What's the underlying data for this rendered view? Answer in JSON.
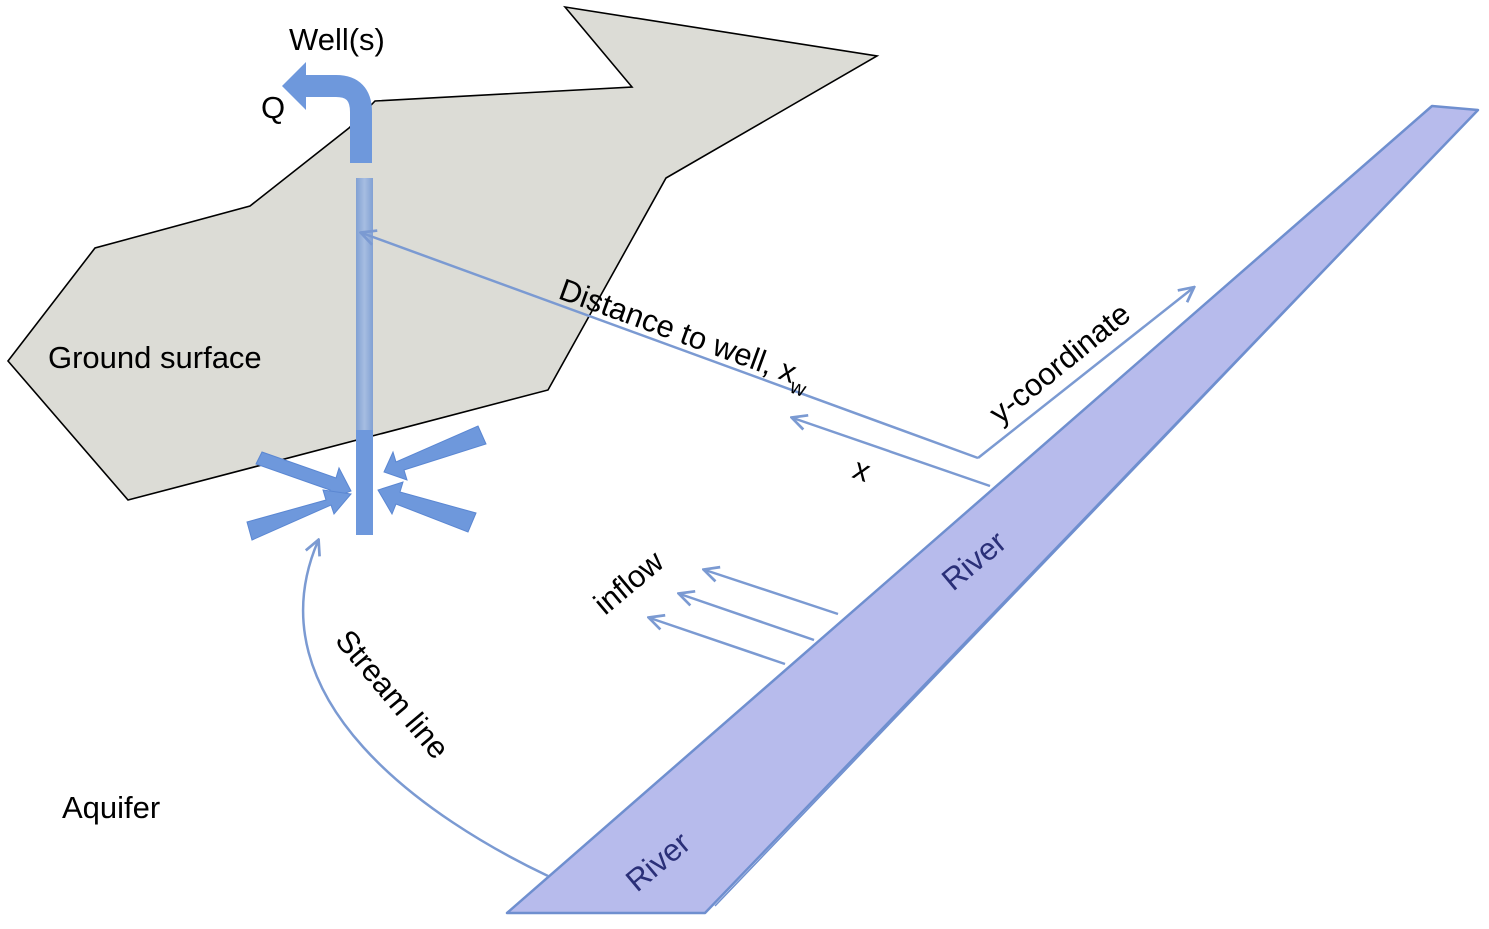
{
  "labels": {
    "wells": "Well(s)",
    "q": "Q",
    "ground_surface": "Ground surface",
    "distance_to_well": "Distance to well, x",
    "distance_subscript": "w",
    "y_coordinate": "y-coordinate",
    "x": "x",
    "inflow": "inflow",
    "river_upper": "River",
    "river_lower": "River",
    "stream_line": "Stream line",
    "aquifer": "Aquifer"
  },
  "colors": {
    "ground_fill": "#dcdcd6",
    "ground_stroke": "#000000",
    "river_fill": "#b7bbec",
    "river_stroke": "#6f8fcf",
    "well_blue": "#6e98dc",
    "arrow_line": "#7b9ad2",
    "river_text": "#2a2f78"
  }
}
